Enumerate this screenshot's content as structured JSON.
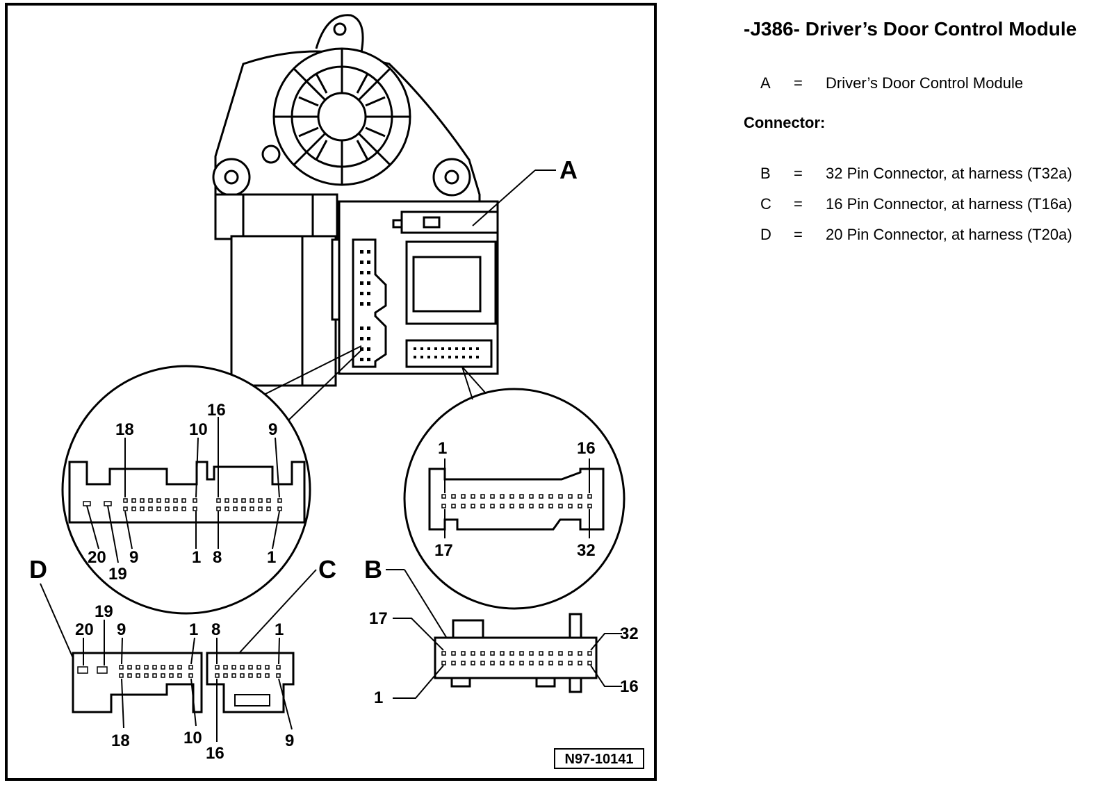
{
  "title": "-J386- Driver’s Door Control Module",
  "legend_items": [
    {
      "key": "A",
      "sep": "=",
      "text": "Driver’s Door Control Module"
    }
  ],
  "connector_heading": "Connector:",
  "connector_items": [
    {
      "key": "B",
      "sep": "=",
      "text": "32 Pin Connector, at harness (T32a)"
    },
    {
      "key": "C",
      "sep": "=",
      "text": "16 Pin Connector, at harness (T16a)"
    },
    {
      "key": "D",
      "sep": "=",
      "text": "20 Pin Connector, at harness (T20a)"
    }
  ],
  "figure": {
    "callouts": {
      "A": "A",
      "B": "B",
      "C": "C",
      "D": "D"
    },
    "detail_left_pins": {
      "p18": "18",
      "p10": "10",
      "p16": "16",
      "p9_top": "9",
      "p20": "20",
      "p19": "19",
      "p9_bot": "9",
      "p1_mid": "1",
      "p8": "8",
      "p1_right": "1"
    },
    "detail_right_pins": {
      "p1": "1",
      "p16": "16",
      "p17": "17",
      "p32": "32"
    },
    "d_pins": {
      "p19": "19",
      "p20": "20",
      "p9": "9",
      "p1": "1",
      "p18": "18",
      "p10": "10"
    },
    "c_pins": {
      "p8": "8",
      "p1": "1",
      "p16": "16",
      "p9": "9"
    },
    "b_pins": {
      "p17": "17",
      "p32": "32",
      "p1": "1",
      "p16": "16"
    },
    "figure_number": "N97-10141"
  }
}
